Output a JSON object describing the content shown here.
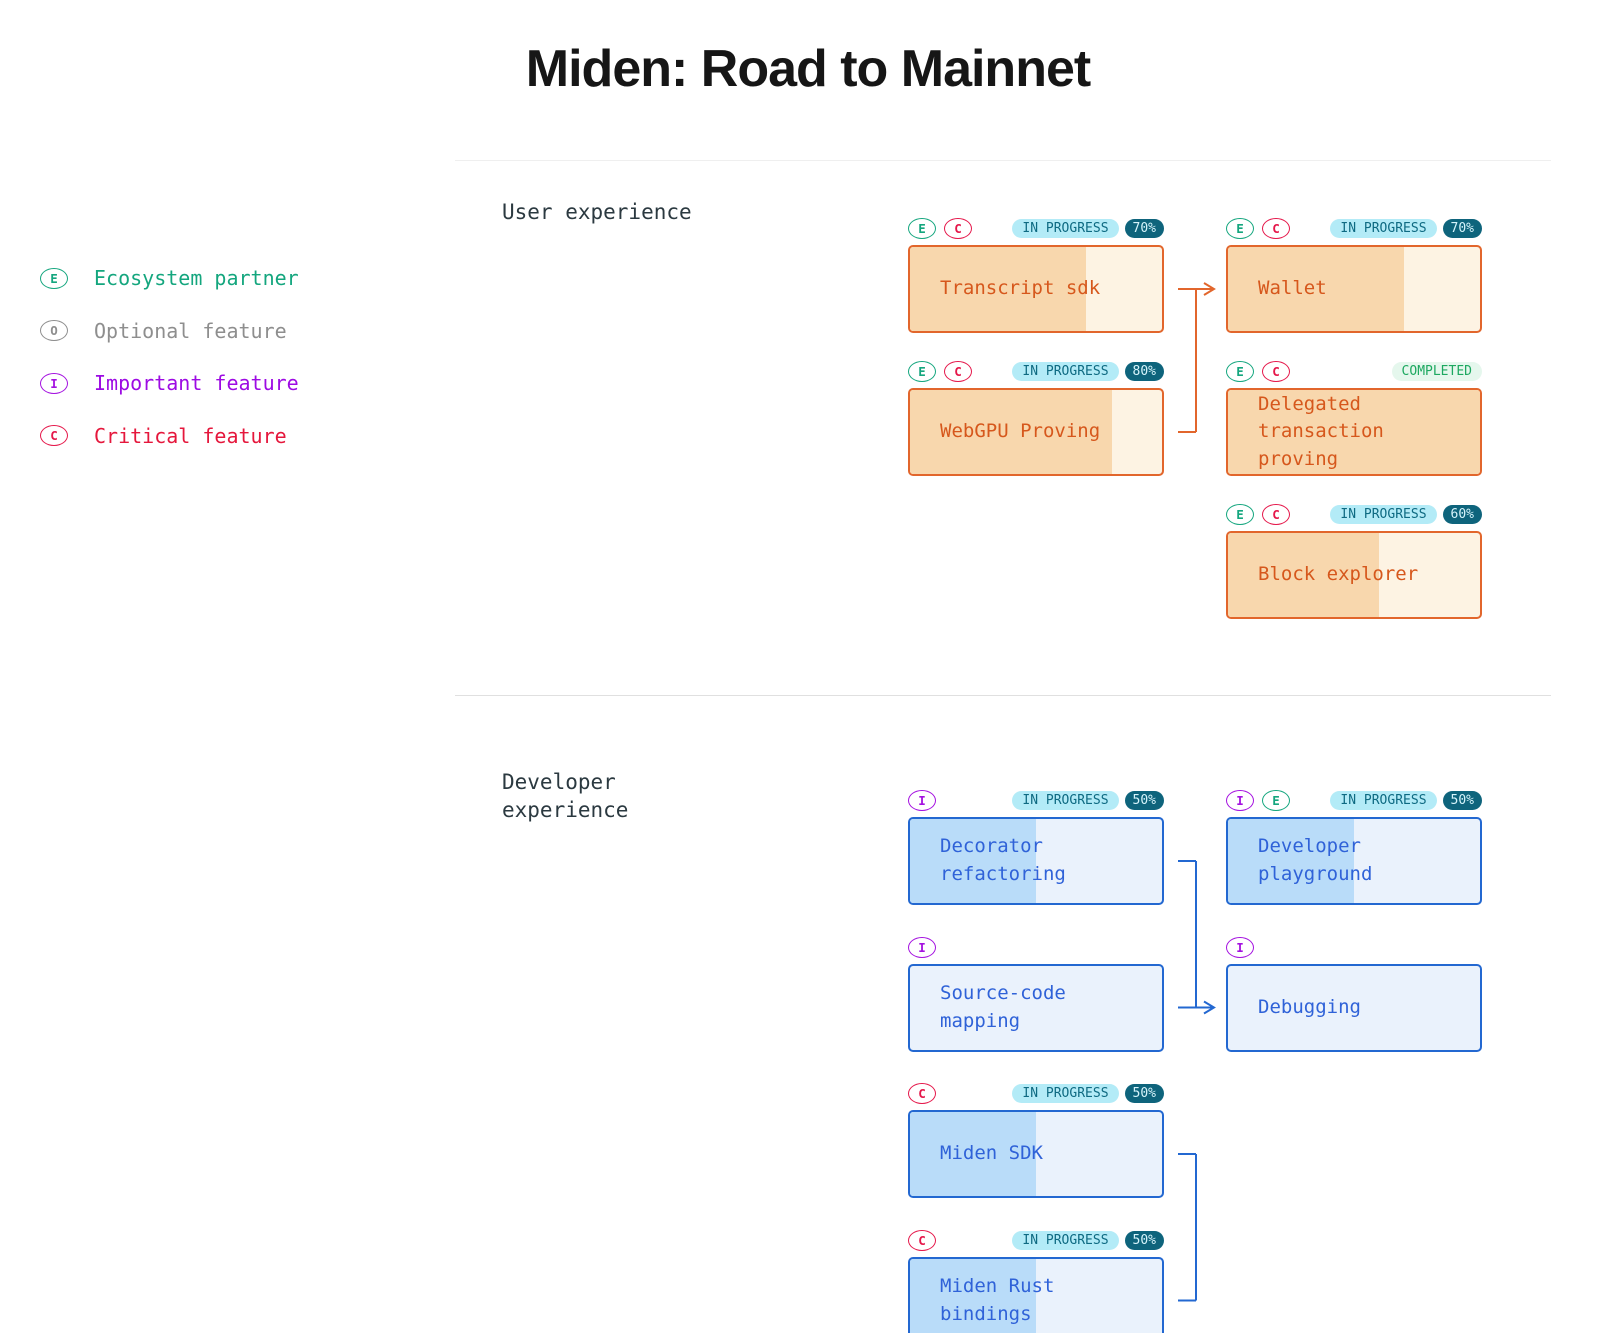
{
  "title": "Miden: Road to Mainnet",
  "legend": [
    {
      "letter": "E",
      "label": "Ecosystem partner",
      "color": "#14a67e",
      "name": "ecosystem-partner"
    },
    {
      "letter": "O",
      "label": "Optional feature",
      "color": "#8e8e8e",
      "name": "optional-feature"
    },
    {
      "letter": "I",
      "label": "Important feature",
      "color": "#a411e0",
      "color_text": "#9d0be3",
      "name": "important-feature"
    },
    {
      "letter": "C",
      "label": "Critical feature",
      "color": "#e5174a",
      "color_text": "#e5173c",
      "name": "critical-feature"
    }
  ],
  "badge_colors": {
    "E": "#14a67e",
    "O": "#8e8e8e",
    "I": "#a411e0",
    "C": "#e5174a"
  },
  "badge_names": {
    "E": "ecosystem-badge",
    "O": "optional-badge",
    "I": "important-badge",
    "C": "critical-badge"
  },
  "status_colors": {
    "in_progress_bg": "#b3ebf7",
    "in_progress_text": "#0e6a82",
    "percent_bg": "#0e647c",
    "percent_text": "#d6f4fb",
    "completed_bg": "#e5f7ed",
    "completed_text": "#1da860"
  },
  "theme_colors": {
    "orange": {
      "border": "#e2662c",
      "text": "#d6571c",
      "fill": "#f8d7ad",
      "empty": "#fdf3e3"
    },
    "blue": {
      "border": "#2368d1",
      "text": "#2f62d8",
      "fill": "#b9dcf9",
      "empty": "#eaf2fc"
    }
  },
  "sections": [
    {
      "label_lines": [
        "User experience"
      ],
      "theme": "orange",
      "cards": [
        {
          "id": "transcript-sdk",
          "title": "Transcript sdk",
          "badges": [
            "E",
            "C"
          ],
          "status": "IN PROGRESS",
          "progress_label": "70%",
          "progress": 70,
          "column": "left",
          "row": 0
        },
        {
          "id": "wallet",
          "title": "Wallet",
          "badges": [
            "E",
            "C"
          ],
          "status": "IN PROGRESS",
          "progress_label": "70%",
          "progress": 70,
          "column": "right",
          "row": 0
        },
        {
          "id": "webgpu-proving",
          "title": "WebGPU Proving",
          "badges": [
            "E",
            "C"
          ],
          "status": "IN PROGRESS",
          "progress_label": "80%",
          "progress": 80,
          "column": "left",
          "row": 1
        },
        {
          "id": "delegated-transaction-proving",
          "title": "Delegated transaction proving",
          "badges": [
            "E",
            "C"
          ],
          "status": "COMPLETED",
          "progress_label": null,
          "progress": 100,
          "column": "right",
          "row": 1
        },
        {
          "id": "block-explorer",
          "title": "Block explorer",
          "badges": [
            "E",
            "C"
          ],
          "status": "IN PROGRESS",
          "progress_label": "60%",
          "progress": 60,
          "column": "right",
          "row": 2
        }
      ]
    },
    {
      "label_lines": [
        "Developer",
        "experience"
      ],
      "theme": "blue",
      "cards": [
        {
          "id": "decorator-refactoring",
          "title": "Decorator refactoring",
          "badges": [
            "I"
          ],
          "status": "IN PROGRESS",
          "progress_label": "50%",
          "progress": 50,
          "column": "left",
          "row": 0
        },
        {
          "id": "developer-playground",
          "title": "Developer playground",
          "badges": [
            "I",
            "E"
          ],
          "status": "IN PROGRESS",
          "progress_label": "50%",
          "progress": 50,
          "column": "right",
          "row": 0
        },
        {
          "id": "source-code-mapping",
          "title": "Source-code mapping",
          "badges": [
            "I"
          ],
          "status": null,
          "progress_label": null,
          "progress": null,
          "column": "left",
          "row": 1
        },
        {
          "id": "debugging",
          "title": "Debugging",
          "badges": [
            "I"
          ],
          "status": null,
          "progress_label": null,
          "progress": null,
          "column": "right",
          "row": 1
        },
        {
          "id": "miden-sdk",
          "title": "Miden SDK",
          "badges": [
            "C"
          ],
          "status": "IN PROGRESS",
          "progress_label": "50%",
          "progress": 50,
          "column": "left",
          "row": 2
        },
        {
          "id": "miden-rust-bindings",
          "title": "Miden Rust bindings",
          "badges": [
            "C"
          ],
          "status": "IN PROGRESS",
          "progress_label": "50%",
          "progress": 50,
          "column": "left",
          "row": 3
        }
      ]
    }
  ],
  "connectors": [
    {
      "id": "ux-merge-to-wallet",
      "theme": "orange",
      "sources": [
        "transcript-sdk",
        "webgpu-proving"
      ],
      "target": "wallet"
    },
    {
      "id": "dx-merge-to-debugging",
      "theme": "blue",
      "sources": [
        "decorator-refactoring",
        "source-code-mapping"
      ],
      "target": "debugging"
    },
    {
      "id": "dx-sdk-bindings-merge",
      "theme": "blue",
      "sources": [
        "miden-sdk",
        "miden-rust-bindings"
      ],
      "target": null
    }
  ]
}
